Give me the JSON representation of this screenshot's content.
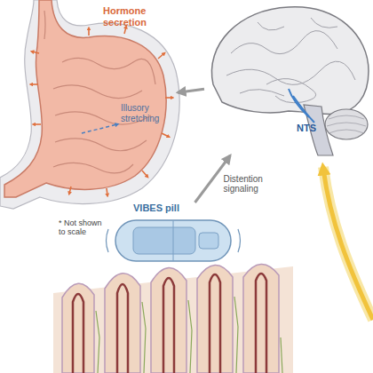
{
  "diagram": {
    "nodes": [
      {
        "text": [
          "Hormone secretion",
          "Illusory stretching"
        ]
      },
      {
        "text": [
          "NTS"
        ]
      },
      {
        "text": [
          "VIBES pill"
        ]
      }
    ],
    "edges": [
      {
        "from": 1,
        "to": 0,
        "arrow": "to"
      },
      {
        "from": 2,
        "to": 1,
        "arrow": "to",
        "label": "Distention signaling"
      }
    ],
    "labels": [
      "* Not shown to scale"
    ]
  }
}
